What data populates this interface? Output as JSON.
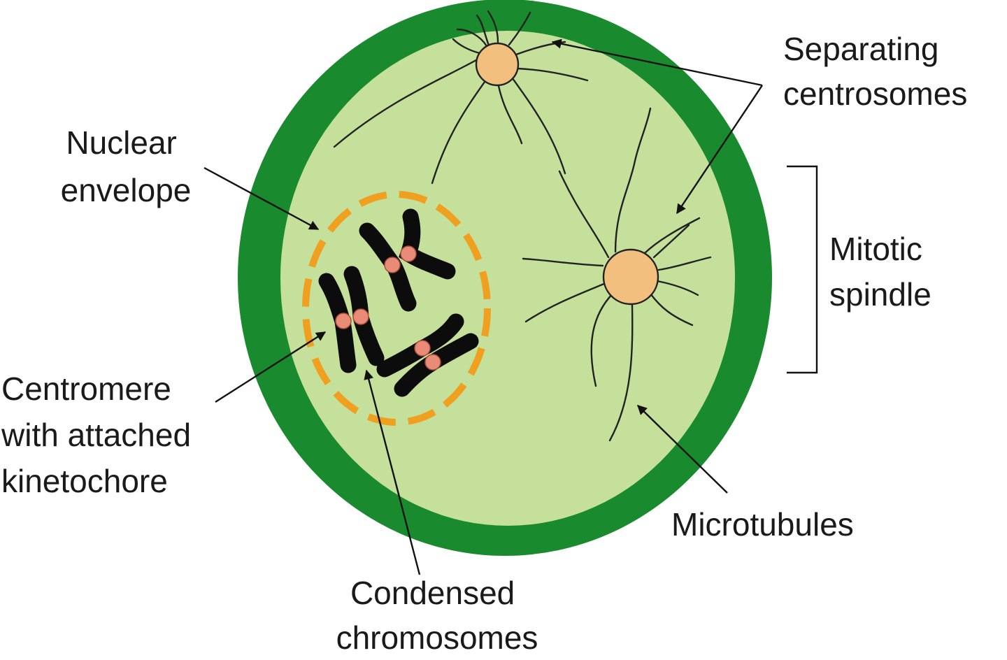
{
  "labels": {
    "separating_centrosomes": [
      "Separating",
      "centrosomes"
    ],
    "nuclear_envelope": [
      "Nuclear",
      "envelope"
    ],
    "mitotic_spindle": [
      "Mitotic",
      "spindle"
    ],
    "centromere": [
      "Centromere",
      "with attached",
      "kinetochore"
    ],
    "microtubules": [
      "Microtubules"
    ],
    "condensed_chromosomes": [
      "Condensed",
      "chromosomes"
    ]
  },
  "colors": {
    "cell_wall": "#1a8a2e",
    "cytoplasm": "#c5e09a",
    "centrosome": "#f2bf7e",
    "nuclear_envelope": "#f0a020",
    "chromosome": "#0c0c0c",
    "centromere": "#e88c78"
  }
}
